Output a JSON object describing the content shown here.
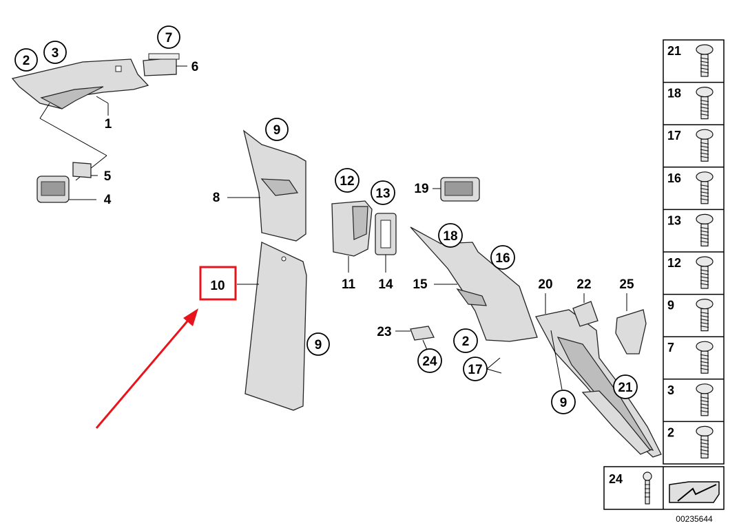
{
  "callouts": {
    "c1": "1",
    "c2a": "2",
    "c3": "3",
    "c4": "4",
    "c5": "5",
    "c6": "6",
    "c7": "7",
    "c8": "8",
    "c9a": "9",
    "c9b": "9",
    "c9c": "9",
    "c10": "10",
    "c11": "11",
    "c12": "12",
    "c13": "13",
    "c14": "14",
    "c15": "15",
    "c16": "16",
    "c17": "17",
    "c18": "18",
    "c19": "19",
    "c20": "20",
    "c21": "21",
    "c22": "22",
    "c23": "23",
    "c24": "24",
    "c25": "25",
    "c2b": "2"
  },
  "fastener_panel": {
    "items": [
      "21",
      "18",
      "17",
      "16",
      "13",
      "12",
      "9",
      "7",
      "3",
      "2"
    ],
    "extra_item": "24"
  },
  "diagram_id": "00235644",
  "highlight": {
    "target": "10",
    "color": "#e8141c"
  }
}
